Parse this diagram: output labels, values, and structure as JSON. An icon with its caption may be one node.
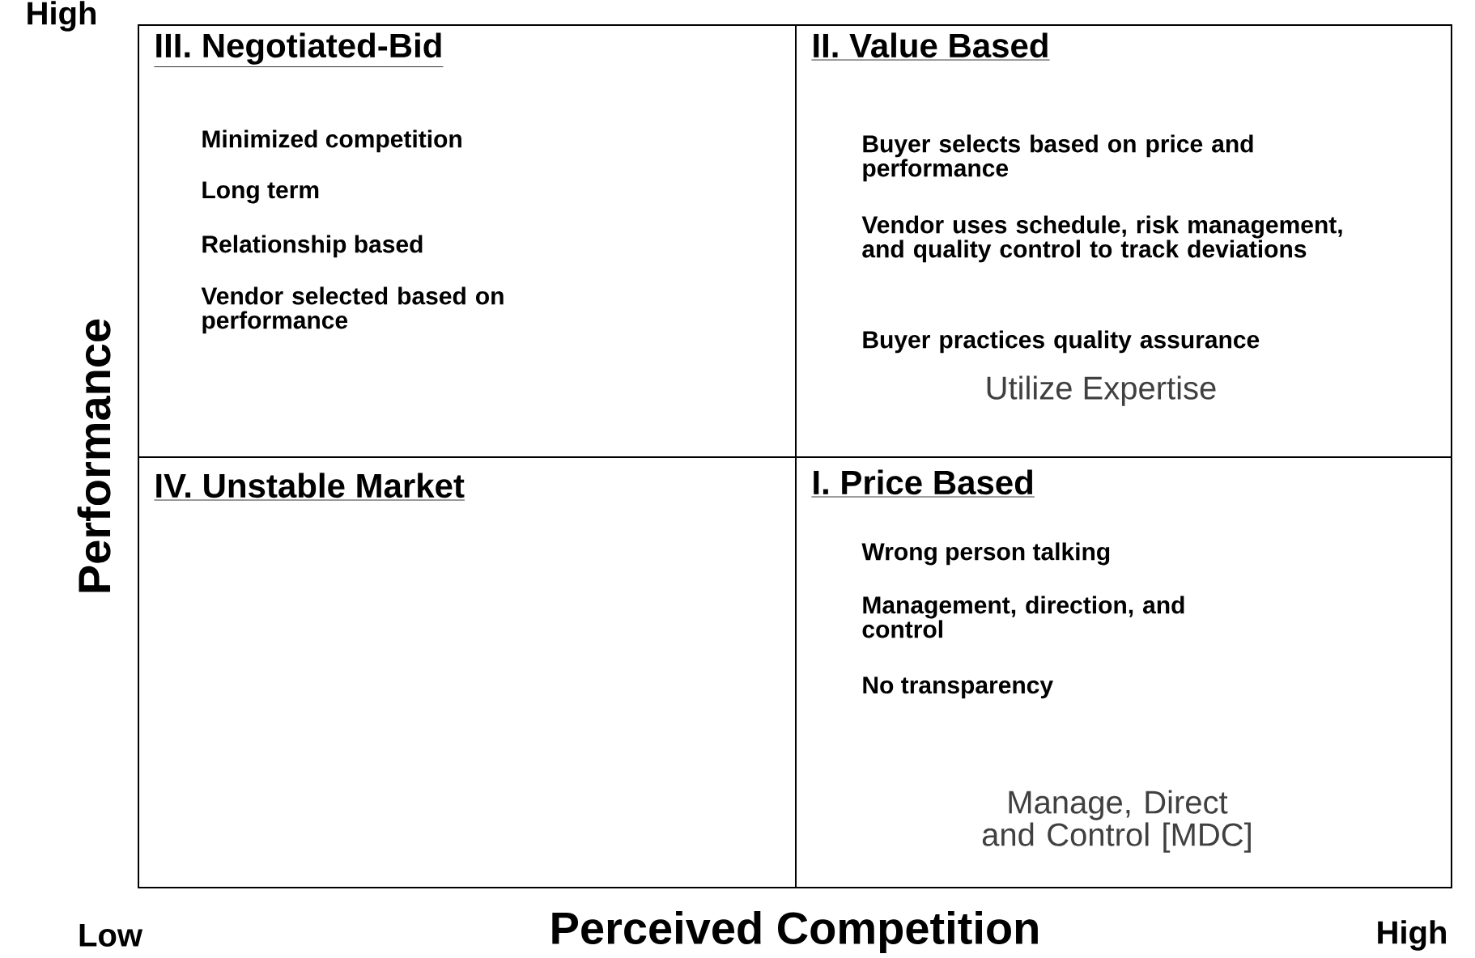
{
  "diagram": {
    "nodes": [
      {
        "text": [
          "III. Negotiated-Bid",
          "Minimized competition",
          "Long term",
          "Relationship based",
          "Vendor selected based on performance"
        ]
      },
      {
        "text": [
          "II. Value Based",
          "Buyer selects based on price and performance",
          "Vendor uses schedule, risk management, and quality control to track deviations",
          "Buyer practices quality assurance",
          "Utilize Expertise"
        ]
      },
      {
        "text": [
          "IV. Unstable Market"
        ]
      },
      {
        "text": [
          "I. Price Based",
          "Wrong person talking",
          "Management, direction, and control",
          "No transparency",
          "Manage, Direct and Control [MDC]"
        ]
      }
    ],
    "labels": [
      "High",
      "Performance",
      "Low",
      "Perceived Competition",
      "High"
    ]
  }
}
